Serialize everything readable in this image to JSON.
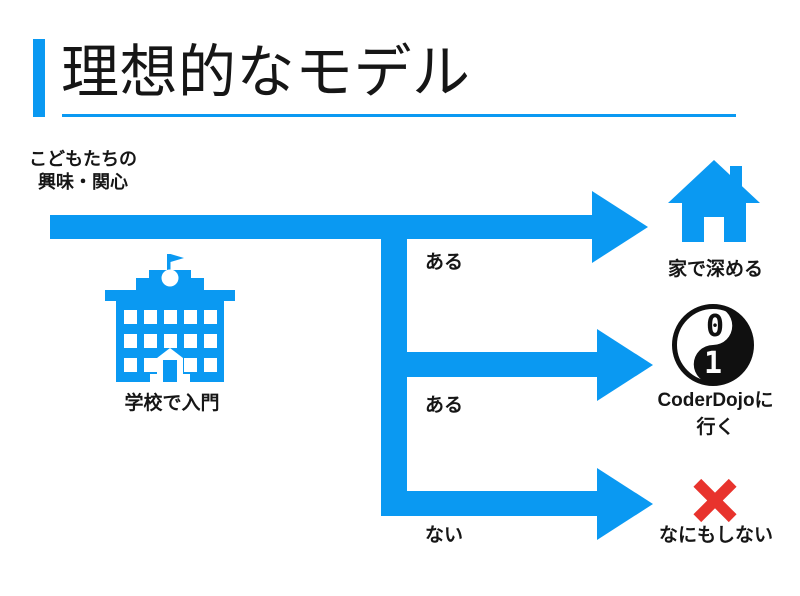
{
  "colors": {
    "accent_blue": "#0a99f2",
    "cross_red": "#e8332d",
    "text_black": "#161616",
    "dojo_black": "#101010"
  },
  "title": {
    "text": "理想的なモデル"
  },
  "flow": {
    "start_label_line1": "こどもたちの",
    "start_label_line2": "興味・関心",
    "school_icon": "school-building-icon",
    "school_label": "学校で入門"
  },
  "branches": [
    {
      "condition": "ある",
      "icon": "house-icon",
      "outcome_line1": "家で深める",
      "outcome_line2": ""
    },
    {
      "condition": "ある",
      "icon": "coderdojo-yinyang-icon",
      "outcome_line1": "CoderDojoに",
      "outcome_line2": "行く"
    },
    {
      "condition": "ない",
      "icon": "red-cross-icon",
      "outcome_line1": "なにもしない",
      "outcome_line2": ""
    }
  ],
  "coderdojo_logo": {
    "digit_top": "0",
    "digit_bottom": "1"
  }
}
